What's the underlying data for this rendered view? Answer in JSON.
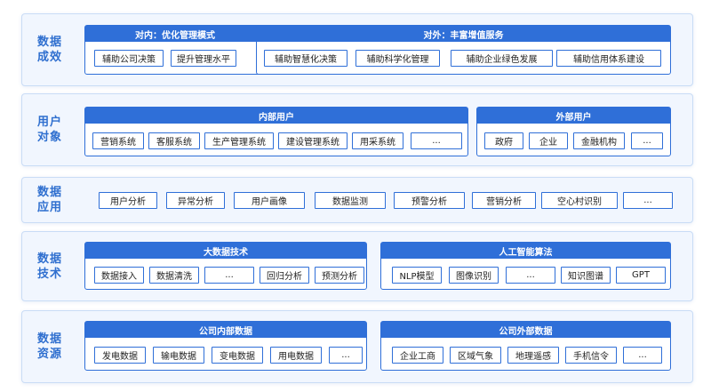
{
  "layers": [
    {
      "label1": "数据",
      "label2": "成效",
      "groups": [
        {
          "title": "对内：优化管理模式",
          "items": [
            "辅助公司决策",
            "提升管理水平"
          ]
        },
        {
          "title": "对外：丰富增值服务",
          "items": [
            "辅助智慧化决策",
            "辅助科学化管理",
            "辅助企业绿色发展",
            "辅助信用体系建设"
          ]
        }
      ]
    },
    {
      "label1": "用户",
      "label2": "对象",
      "groups": [
        {
          "title": "内部用户",
          "items": [
            "营销系统",
            "客服系统",
            "生产管理系统",
            "建设管理系统",
            "用采系统",
            "..."
          ]
        },
        {
          "title": "外部用户",
          "items": [
            "政府",
            "企业",
            "金融机构",
            "..."
          ]
        }
      ]
    },
    {
      "label1": "数据",
      "label2": "应用",
      "items": [
        "用户分析",
        "异常分析",
        "用户画像",
        "数据监测",
        "预警分析",
        "营销分析",
        "空心村识别",
        "..."
      ]
    },
    {
      "label1": "数据",
      "label2": "技术",
      "groups": [
        {
          "title": "大数据技术",
          "items": [
            "数据接入",
            "数据清洗",
            "...",
            "回归分析",
            "预测分析"
          ]
        },
        {
          "title": "人工智能算法",
          "items": [
            "NLP模型",
            "图像识别",
            "...",
            "知识图谱",
            "GPT"
          ]
        }
      ]
    },
    {
      "label1": "数据",
      "label2": "资源",
      "groups": [
        {
          "title": "公司内部数据",
          "items": [
            "发电数据",
            "输电数据",
            "变电数据",
            "用电数据",
            "..."
          ]
        },
        {
          "title": "公司外部数据",
          "items": [
            "企业工商",
            "区域气象",
            "地理遥感",
            "手机信令",
            "..."
          ]
        }
      ]
    }
  ]
}
